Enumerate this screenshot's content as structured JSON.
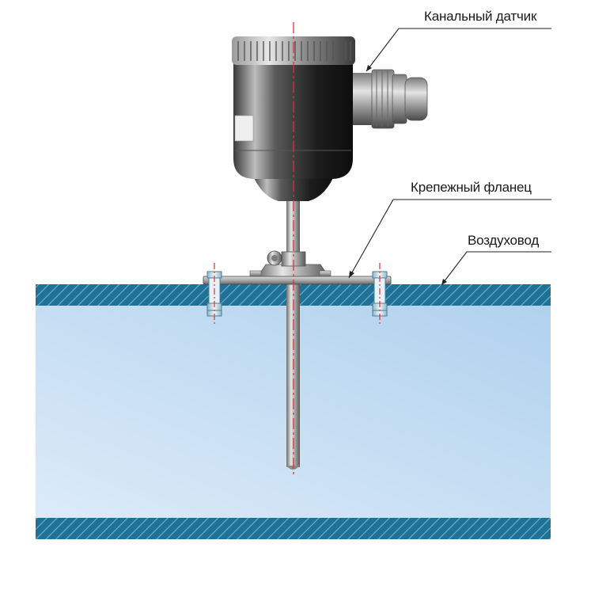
{
  "diagram": {
    "labels": {
      "sensor": "Канальный датчик",
      "flange": "Крепежный фланец",
      "duct": "Воздуховод"
    },
    "colors": {
      "duct_wall": "#1e6f93",
      "duct_interior_light": "#dbeaf7",
      "duct_interior_dark": "#b3d2ee",
      "housing_dark": "#1c1c1c",
      "axis_line": "#e0303a",
      "leader_line": "#222222"
    }
  }
}
